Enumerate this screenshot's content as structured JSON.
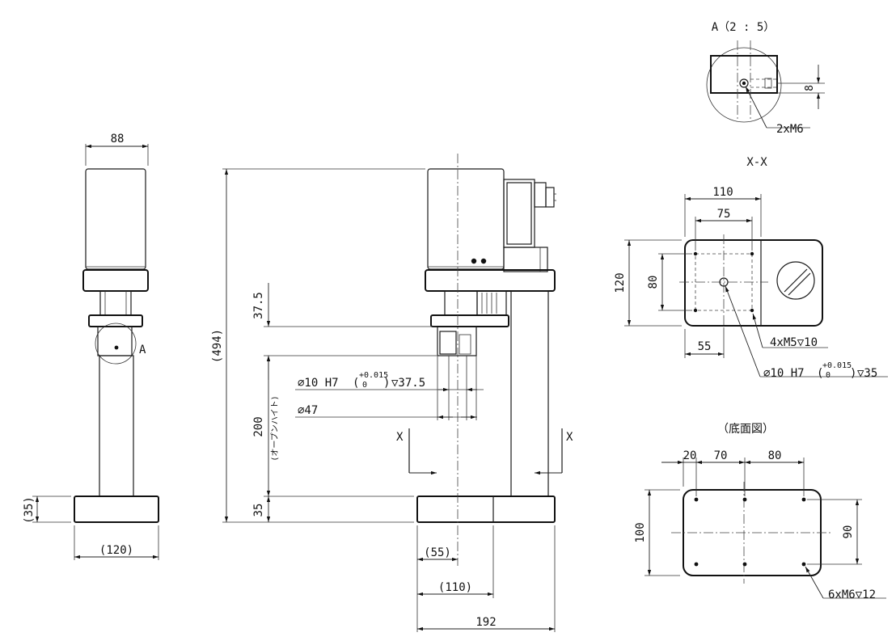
{
  "views": {
    "detail_a": {
      "title": "A（2 : 5）",
      "dim_8": "8",
      "note_tap": "2xM6"
    },
    "side_view": {
      "width_88": "88",
      "base_height_35": "(35)",
      "base_width_120": "(120)",
      "label_a": "A"
    },
    "front_view": {
      "total_height": "(494)",
      "dim_37_5": "37.5",
      "dim_200": "200",
      "dim_35": "35",
      "open_height_label": "(オープンハイト)",
      "bore_note": "∅10 H7",
      "bore_tol_upper": "+0.015",
      "bore_tol_lower": "0",
      "bore_depth": "▽37.5",
      "phi_47": "∅47",
      "section_mark_left": "X",
      "section_mark_right": "X",
      "dim_55": "(55)",
      "dim_110": "(110)",
      "dim_192": "192"
    },
    "section_xx": {
      "title": "X-X",
      "dim_110": "110",
      "dim_75": "75",
      "dim_120": "120",
      "dim_80": "80",
      "dim_55": "55",
      "note_tap": "4xM5▽10",
      "bore_note": "∅10 H7",
      "bore_tol_upper": "+0.015",
      "bore_tol_lower": "0",
      "bore_depth": "▽35"
    },
    "bottom_view": {
      "title": "（底面図）",
      "dim_20": "20",
      "dim_70": "70",
      "dim_80": "80",
      "dim_100": "100",
      "dim_90": "90",
      "note_tap": "6xM6▽12"
    }
  }
}
